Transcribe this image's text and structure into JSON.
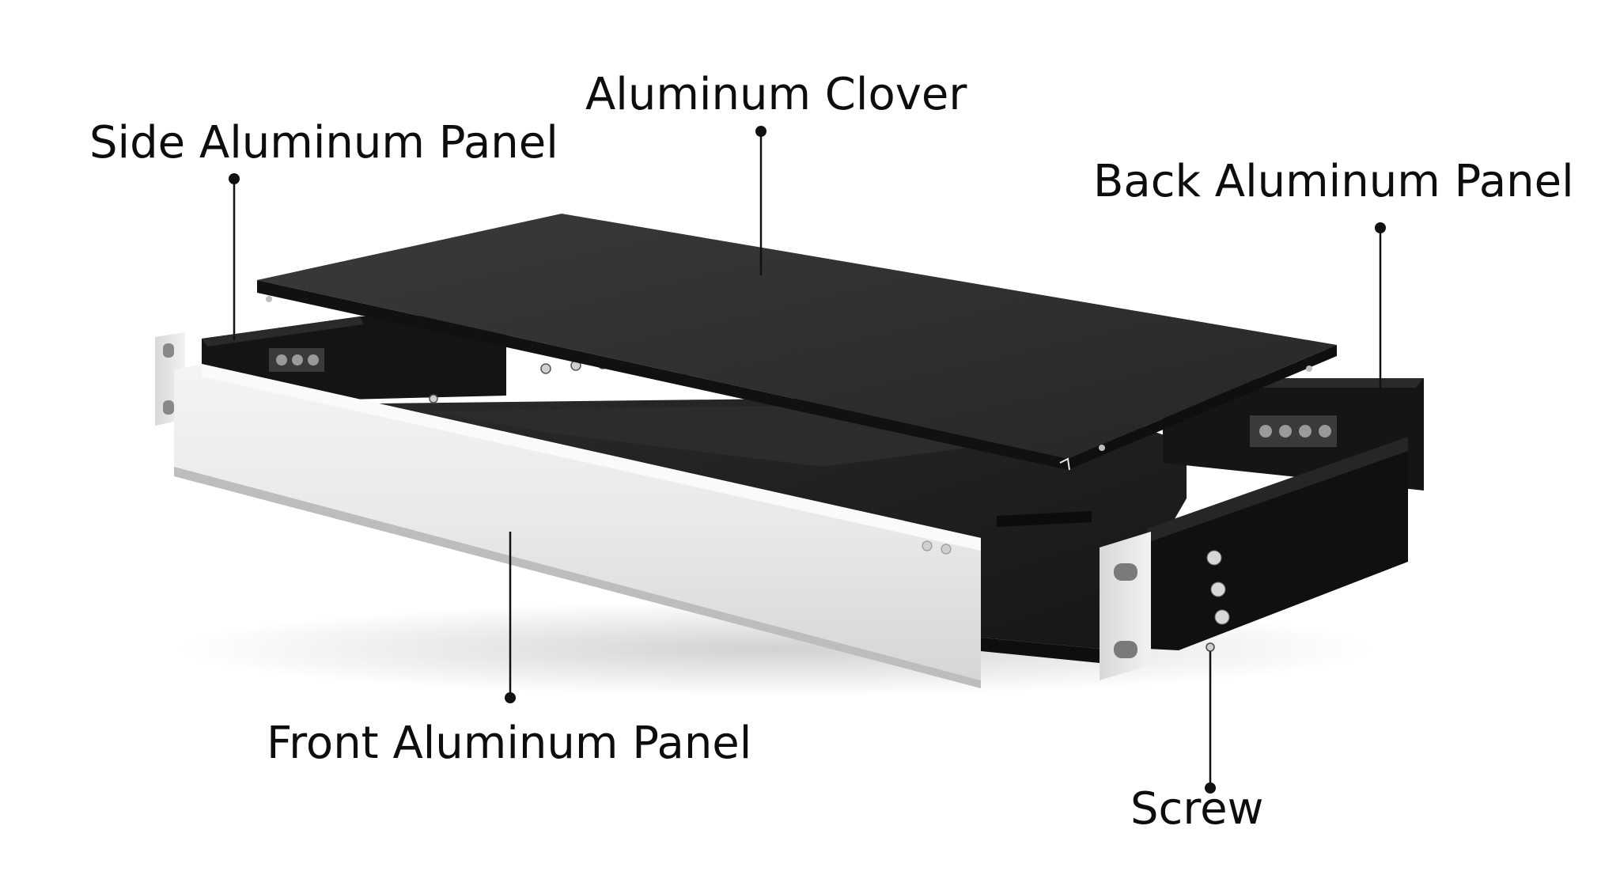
{
  "labels": {
    "aluminum_clover": "Aluminum Clover",
    "side_panel": "Side Aluminum Panel",
    "back_panel": "Back Aluminum Panel",
    "front_panel": "Front Aluminum Panel",
    "screw": "Screw"
  },
  "colors": {
    "background": "#ffffff",
    "callout": "#111111",
    "cover": "#2e2e2e",
    "chassis": "#1c1c1c",
    "front_panel": "#e6e6e6"
  }
}
